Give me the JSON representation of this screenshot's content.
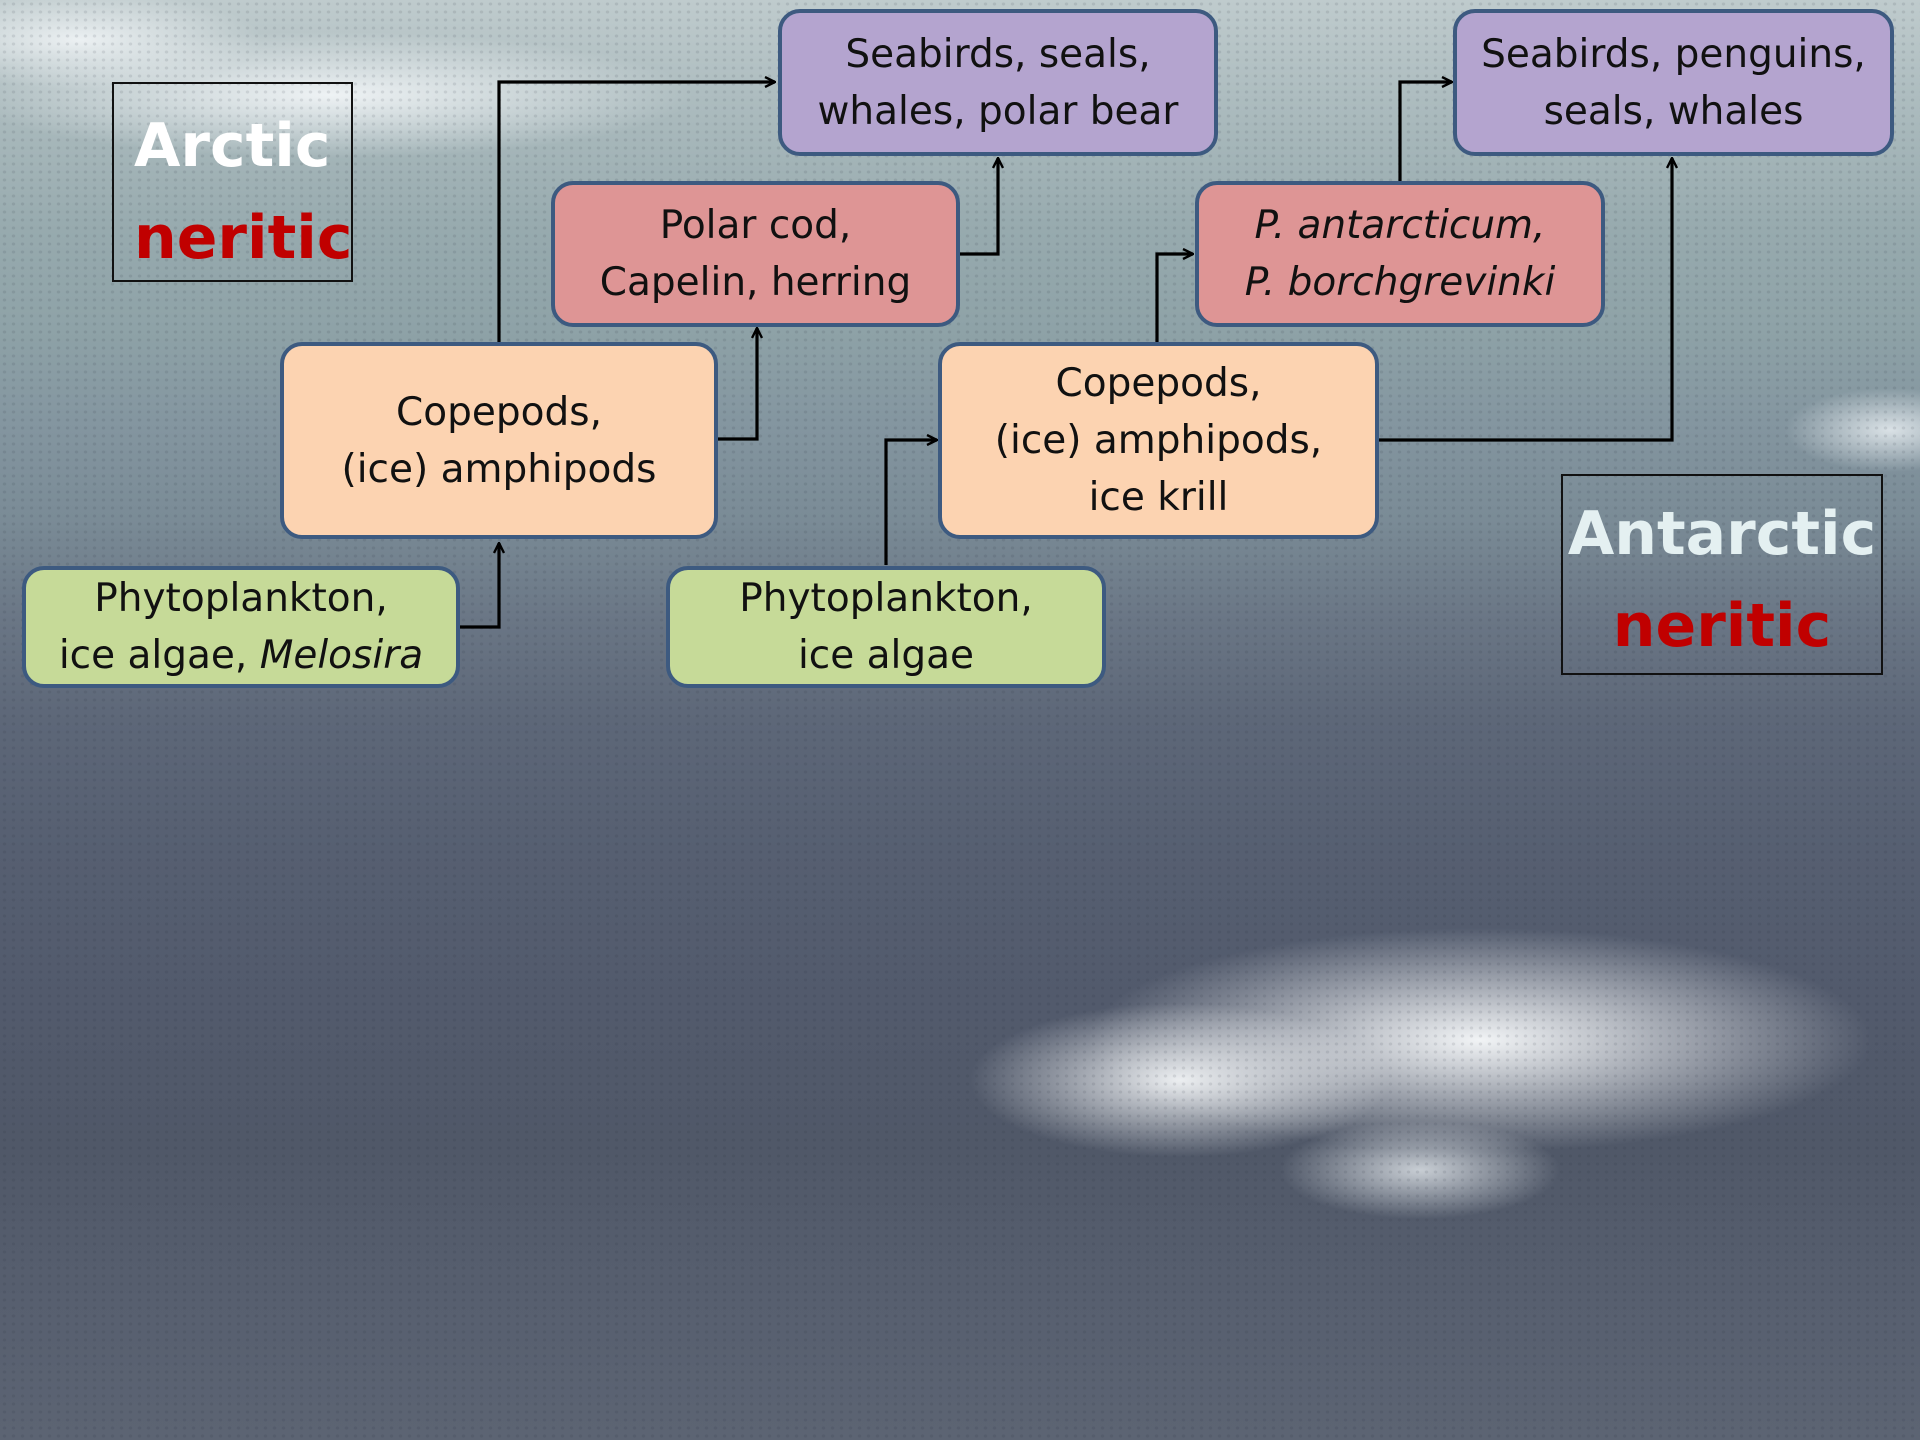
{
  "arctic_label": {
    "line1": "Arctic",
    "line2": "neritic"
  },
  "antarctic_label": {
    "line1": "Antarctic",
    "line2": "neritic"
  },
  "arctic": {
    "primary": {
      "line1": "Phytoplankton,",
      "line2_plain": "ice algae, ",
      "line2_italic": "Melosira"
    },
    "grazers": {
      "line1": "Copepods,",
      "line2": "(ice) amphipods"
    },
    "fish": {
      "line1": "Polar cod,",
      "line2": "Capelin, herring"
    },
    "top": {
      "line1": "Seabirds, seals,",
      "line2": "whales, polar bear"
    }
  },
  "antarctic": {
    "primary": {
      "line1": "Phytoplankton,",
      "line2": "ice algae"
    },
    "grazers": {
      "line1": "Copepods,",
      "line2": "(ice) amphipods,",
      "line3": "ice krill"
    },
    "fish": {
      "line1": "P. antarcticum,",
      "line2": "P. borchgrevinki"
    },
    "top": {
      "line1": "Seabirds, penguins,",
      "line2": "seals, whales"
    }
  },
  "colors": {
    "primary": "#c6da98",
    "grazers": "#fcd3b1",
    "fish": "#de9595",
    "top": "#b4a4cf",
    "border": "#3d5a80",
    "neritic_text": "#c00000"
  }
}
